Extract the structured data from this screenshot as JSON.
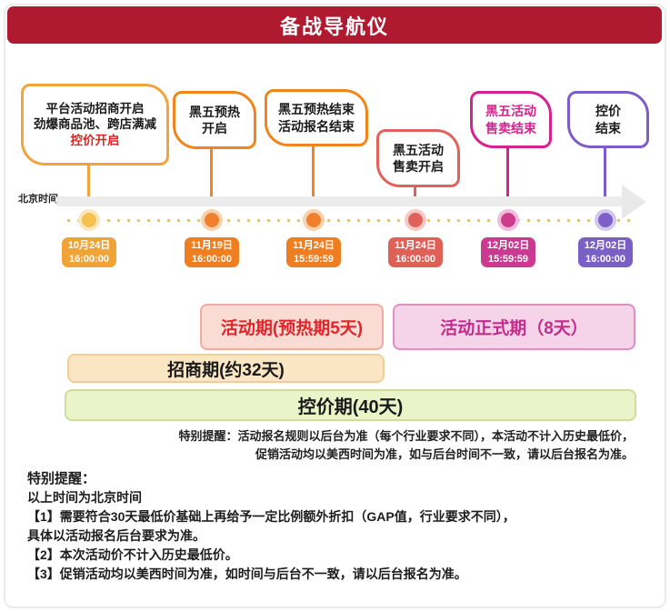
{
  "title": "备战导航仪",
  "timeline": {
    "axis_label": "北京时间",
    "events": [
      {
        "lines": [
          "平台活动招商开启",
          "劲爆商品池、跨店满减"
        ],
        "highlight": "控价开启",
        "highlight_color": "#E02222",
        "date": "10月24日",
        "time": "16:00:00",
        "color": "#F2A43C",
        "dot_color": "#F2C14E",
        "halo_color": "#FBE7BE",
        "badge_color": "#F0A437"
      },
      {
        "lines": [
          "黑五预热",
          "开启"
        ],
        "date": "11月19日",
        "time": "16:00:00",
        "color": "#F08519",
        "dot_color": "#F08030",
        "halo_color": "#F9D2AC",
        "badge_color": "#EE7E1F"
      },
      {
        "lines": [
          "黑五预热结束",
          "活动报名结束"
        ],
        "date": "11月24日",
        "time": "15:59:59",
        "color": "#F08519",
        "dot_color": "#F08030",
        "halo_color": "#F9D2AC",
        "badge_color": "#EE7E1F"
      },
      {
        "lines": [
          "黑五活动",
          "售卖开启"
        ],
        "date": "11月24日",
        "time": "16:00:00",
        "color": "#E0625A",
        "dot_color": "#E0625A",
        "halo_color": "#F6C9C5",
        "badge_color": "#DE6057"
      },
      {
        "lines": [
          "黑五活动",
          "售卖结束"
        ],
        "text_color": "#D6218F",
        "date": "12月02日",
        "time": "15:59:59",
        "color": "#D6218F",
        "dot_color": "#CC3D8E",
        "halo_color": "#F4BCDC",
        "badge_color": "#C93A90"
      },
      {
        "lines": [
          "控价",
          "结束"
        ],
        "date": "12月02日",
        "time": "16:00:00",
        "color": "#7B5CC9",
        "dot_color": "#7E5FC8",
        "halo_color": "#D3C7EE",
        "badge_color": "#7A5FC7"
      }
    ]
  },
  "periods": [
    {
      "label": "活动期(预热期5天)",
      "bg": "#FBDCD4",
      "border": "#EFAC9E",
      "text_color": "#E0262B"
    },
    {
      "label": "活动正式期（8天）",
      "bg": "#F5D4E9",
      "border": "#DD8FC4",
      "text_color": "#C32C8C"
    },
    {
      "label": "招商期(约32天)",
      "bg": "#FBE6C3",
      "border": "#F0CE96",
      "text_color": "#1b1b1b"
    },
    {
      "label": "控价期(40天)",
      "bg": "#EBF3C8",
      "border": "#CFDD9A",
      "text_color": "#1b1b1b"
    }
  ],
  "side_note": {
    "line1": "特别提醒：活动报名规则以后台为准（每个行业要求不同），本活动不计入历史最低价，",
    "line2": "促销活动均以美西时间为准，如与后台时间不一致，请以后台报名为准。"
  },
  "footer": {
    "heading": "特别提醒：",
    "lines": [
      "以上时间为北京时间",
      "【1】需要符合30天最低价基础上再给予一定比例额外折扣（GAP值，行业要求不同），",
      "具体以活动报名后台要求为准。",
      "【2】本次活动价不计入历史最低价。",
      "【3】促销活动均以美西时间为准，如时间与后台不一致，请以后台报名为准。"
    ]
  },
  "colors": {
    "title_bar": "#AF1A31",
    "band": "#ECECEC",
    "arrow": "#E9E9E9",
    "dotline": "#E4C36F"
  }
}
